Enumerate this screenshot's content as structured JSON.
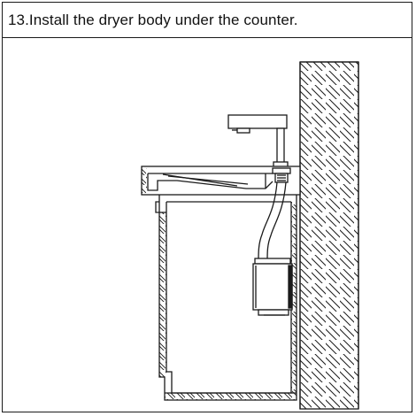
{
  "step": {
    "title": "13.Install the dryer body under the counter."
  },
  "colors": {
    "line": "#1a1a1a",
    "background": "#ffffff"
  },
  "icons": {
    "wall": "hatched-wall-section",
    "faucet": "dryer-spout",
    "dryer": "dryer-body-unit"
  }
}
